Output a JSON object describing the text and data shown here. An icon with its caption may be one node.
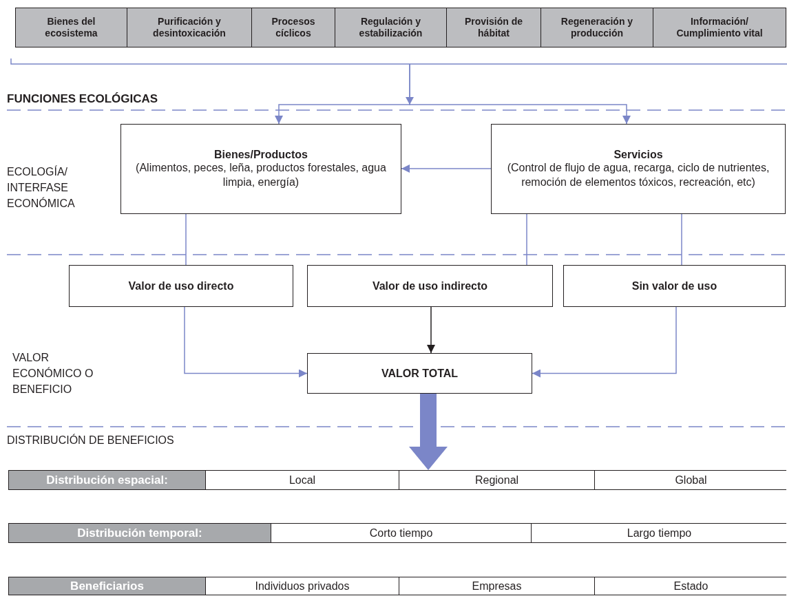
{
  "diagram": {
    "nodes": [
      {
        "text": [
          "Bienes del ecosistema"
        ]
      },
      {
        "text": [
          "Purificación y desintoxicación"
        ]
      },
      {
        "text": [
          "Procesos cíclicos"
        ]
      },
      {
        "text": [
          "Regulación y estabilización"
        ]
      },
      {
        "text": [
          "Provisión de hábitat"
        ]
      },
      {
        "text": [
          "Regeneración y producción"
        ]
      },
      {
        "text": [
          "Información/ Cumplimiento vital"
        ]
      },
      {
        "text": [
          "Bienes/Productos",
          "(Alimentos, peces, leña, productos forestales, agua limpia, energía)"
        ]
      },
      {
        "text": [
          "Servicios",
          "(Control de flujo de agua, recarga, ciclo de nutrientes, remoción de elementos tóxicos, recreación, etc)"
        ]
      },
      {
        "text": [
          "Valor de uso directo"
        ]
      },
      {
        "text": [
          "Valor de uso indirecto"
        ]
      },
      {
        "text": [
          "Sin valor de uso"
        ]
      },
      {
        "text": [
          "VALOR TOTAL"
        ]
      },
      {
        "text": [
          "Distribución espacial:",
          "Local",
          "Regional",
          "Global"
        ]
      },
      {
        "text": [
          "Distribución temporal:",
          "Corto tiempo",
          "Largo tiempo"
        ]
      },
      {
        "text": [
          "Beneficiarios",
          "Individuos privados",
          "Empresas",
          "Estado"
        ]
      }
    ],
    "edges": [
      {
        "from": null,
        "to": 7,
        "arrow": "to"
      },
      {
        "from": null,
        "to": 8,
        "arrow": "to"
      },
      {
        "from": 8,
        "to": 7,
        "arrow": "to"
      },
      {
        "from": 7,
        "to": 9,
        "arrow": "none"
      },
      {
        "from": 8,
        "to": 10,
        "arrow": "none"
      },
      {
        "from": 8,
        "to": 11,
        "arrow": "none"
      },
      {
        "from": 9,
        "to": 12,
        "arrow": "to"
      },
      {
        "from": 10,
        "to": 12,
        "arrow": "to",
        "color": "#231f20"
      },
      {
        "from": 11,
        "to": 12,
        "arrow": "to"
      },
      {
        "from": 12,
        "to": 13,
        "arrow": "to",
        "style": "thick"
      }
    ],
    "labels": [
      "FUNCIONES ECOLÓGICAS",
      "ECOLOGÍA/ INTERFASE ECONÓMICA",
      "VALOR ECONÓMICO O BENEFICIO",
      "DISTRIBUCIÓN DE BENEFICIOS"
    ]
  }
}
